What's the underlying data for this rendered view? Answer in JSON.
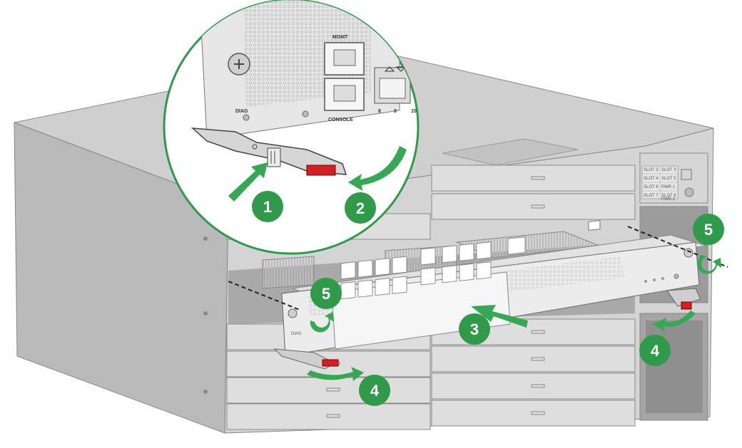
{
  "zoom_labels": {
    "mgmt": "MGMT",
    "console": "CONSOLE",
    "diag": "DIAG",
    "port_a": "8",
    "port_b": "9",
    "port_c": "10"
  },
  "slot_labels": [
    "SLOT 3",
    "SLOT 3",
    "SLOT 4",
    "SLOT 5",
    "SLOT 6",
    "PWR 1",
    "SLOT 7",
    "SLOT 8",
    "PWR 2"
  ],
  "steps": {
    "s1": "1",
    "s2": "2",
    "s3": "3",
    "s4a": "4",
    "s4b": "4",
    "s5a": "5",
    "s5b": "5"
  },
  "colors": {
    "step_green": "#2e9a4a",
    "arrow_green": "#34a853",
    "latch_red": "#d42020",
    "chassis_gray": "#c8c8c8"
  }
}
